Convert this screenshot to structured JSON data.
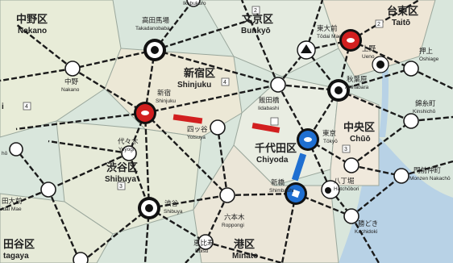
{
  "map": {
    "colors": {
      "land": "#d9e6dc",
      "water": "#b8d2e6",
      "ward_fill": "#ece8d6",
      "ward_border": "#9aa79c",
      "route": "#1a1a1a",
      "claimed_red": "#d21f1f",
      "claimed_blue": "#1f6fd1",
      "node": "#ffffff"
    },
    "wards": [
      {
        "id": "nakano",
        "ja": "中野区",
        "en": "Nakano"
      },
      {
        "id": "bunkyo",
        "ja": "文京区",
        "en": "Bunkyō",
        "tag": "2"
      },
      {
        "id": "taito",
        "ja": "台東区",
        "en": "Taitō",
        "tag": "2"
      },
      {
        "id": "shinjuku",
        "ja": "新宿区",
        "en": "Shinjuku",
        "tag": "4"
      },
      {
        "id": "chiyoda",
        "ja": "千代田区",
        "en": "Chiyoda"
      },
      {
        "id": "chuo",
        "ja": "中央区",
        "en": "Chūō",
        "tag": "3"
      },
      {
        "id": "shibuya",
        "ja": "渋谷区",
        "en": "Shibuya",
        "tag": "3"
      },
      {
        "id": "minato",
        "ja": "港区",
        "en": "Minato"
      },
      {
        "id": "setagaya",
        "ja": "田谷区",
        "en": "tagaya"
      },
      {
        "id": "left-edge",
        "ja": "",
        "en": "i",
        "tag": "4"
      }
    ],
    "stations": [
      {
        "id": "ikebukuro",
        "ja": "",
        "en": "Ikebukuro"
      },
      {
        "id": "takadanobaba",
        "ja": "高田馬場",
        "en": "Takadanobaba"
      },
      {
        "id": "todaimae",
        "ja": "東大前",
        "en": "Tōdai Mae"
      },
      {
        "id": "ueno",
        "ja": "上野",
        "en": "Ueno"
      },
      {
        "id": "oshiage",
        "ja": "押上",
        "en": "Oshiage"
      },
      {
        "id": "nakano",
        "ja": "中野",
        "en": "Nakano"
      },
      {
        "id": "shinjuku",
        "ja": "新宿",
        "en": "Shinjuku"
      },
      {
        "id": "iidabashi",
        "ja": "飯田橋",
        "en": "Iidabashi"
      },
      {
        "id": "akihabara",
        "ja": "秋葉原",
        "en": "Akihabara"
      },
      {
        "id": "kinshicho",
        "ja": "錦糸町",
        "en": "Kinshichō"
      },
      {
        "id": "yotsuya",
        "ja": "四ッ谷",
        "en": "Yotsuya"
      },
      {
        "id": "tokyo",
        "ja": "東京",
        "en": "Tōkyō"
      },
      {
        "id": "yoyogi",
        "ja": "代々木",
        "en": "Yoyogi"
      },
      {
        "id": "shimbashi",
        "ja": "新橋",
        "en": "Shimbashi"
      },
      {
        "id": "hatchobori",
        "ja": "八丁堀",
        "en": "Hatchōbori"
      },
      {
        "id": "monzen",
        "ja": "門前仲町",
        "en": "Monzen Nakachō"
      },
      {
        "id": "kachidoki",
        "ja": "勝どき",
        "en": "Kachidoki"
      },
      {
        "id": "shibuya",
        "ja": "渋谷",
        "en": "Shibuya"
      },
      {
        "id": "roppongi",
        "ja": "六本木",
        "en": "Roppongi"
      },
      {
        "id": "ebisu",
        "ja": "恵比寿",
        "en": "Ebisu"
      },
      {
        "id": "daimae",
        "ja": "田大前",
        "en": "idai Mae"
      },
      {
        "id": "edge-ho",
        "ja": "",
        "en": "hō"
      }
    ]
  }
}
